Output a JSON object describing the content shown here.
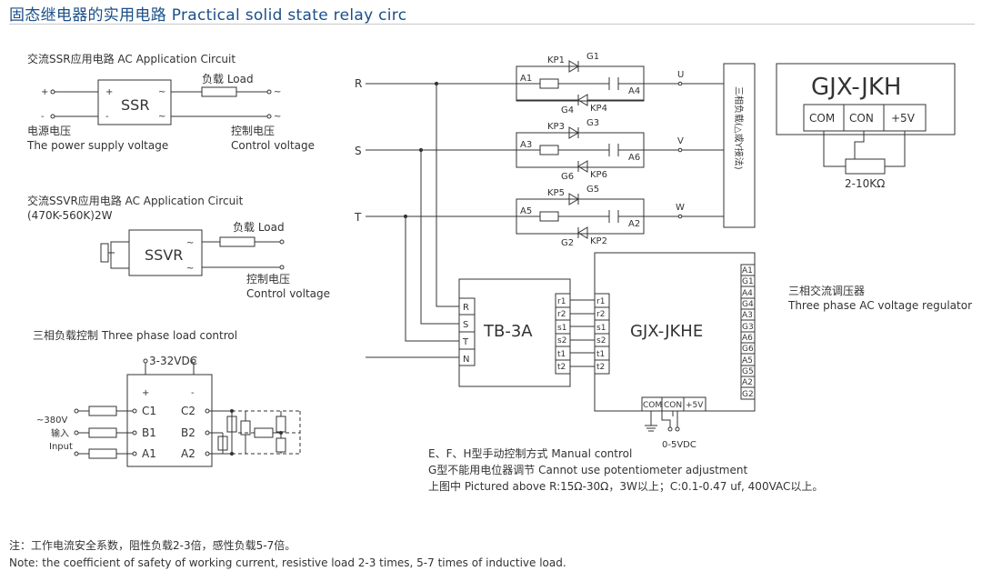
{
  "header": {
    "title": "固态继电器的实用电路  Practical solid state relay circ"
  },
  "ac_ssr": {
    "title": "交流SSR应用电路 AC Application Circuit",
    "box": "SSR",
    "plus": "+",
    "minus": "-",
    "tilde": "~",
    "load": "负载 Load",
    "power_cn": "电源电压",
    "power_en": "The power supply voltage",
    "control_cn": "控制电压",
    "control_en": "Control voltage"
  },
  "ac_ssvr": {
    "title": "交流SSVR应用电路 AC Application Circuit",
    "range": "(470K-560K)2W",
    "box": "SSVR",
    "load": "负载 Load",
    "control_cn": "控制电压",
    "control_en": "Control voltage"
  },
  "three_phase": {
    "title": "三相负载控制 Three phase load control",
    "dc": "3-32VDC",
    "input_v": "~380V",
    "input_cn": "输入",
    "input_en": "Input",
    "terms_left": [
      "C1",
      "B1",
      "A1"
    ],
    "terms_right": [
      "C2",
      "B2",
      "A2"
    ]
  },
  "regulator": {
    "phases": [
      "R",
      "S",
      "T"
    ],
    "outputs": [
      "U",
      "V",
      "W"
    ],
    "kp_top": [
      "KP1",
      "KP3",
      "KP5"
    ],
    "g_top": [
      "G1",
      "G3",
      "G5"
    ],
    "a_left": [
      "A1",
      "A3",
      "A5"
    ],
    "a_right": [
      "A4",
      "A6",
      "A2"
    ],
    "g_bot": [
      "G4",
      "G6",
      "G2"
    ],
    "kp_bot": [
      "KP4",
      "KP6",
      "KP2"
    ],
    "load_label": "三相负载(△或Y接法)",
    "tb_name": "TB-3A",
    "tb_in": [
      "R",
      "S",
      "T",
      "N"
    ],
    "tb_out": [
      "r1",
      "r2",
      "s1",
      "s2",
      "t1",
      "t2"
    ],
    "jkhe_name": "GJX-JKHE",
    "jkhe_right": [
      "A1",
      "G1",
      "A4",
      "G4",
      "A3",
      "G3",
      "A6",
      "G6",
      "A5",
      "G5",
      "A2",
      "G2"
    ],
    "jkhe_bottom": [
      "COM",
      "CON",
      "+5V"
    ],
    "dc_label": "0-5VDC",
    "desc_cn": "三相交流调压器",
    "desc_en": "Three phase AC voltage regulator"
  },
  "jkh": {
    "name": "GJX-JKH",
    "terminals": [
      "COM",
      "CON",
      "+5V"
    ],
    "pot": "2-10KΩ"
  },
  "notes": {
    "line1": "E、F、H型手动控制方式 Manual control",
    "line2": "G型不能用电位器调节 Cannot use potentiometer adjustment",
    "line3": "上图中 Pictured above R:15Ω-30Ω，3W以上；C:0.1-0.47 uf, 400VAC以上。"
  },
  "footer": {
    "note_cn": "注：工作电流安全系数，阻性负载2-3倍，感性负载5-7倍。",
    "note_en": "Note: the coefficient of safety of working current, resistive load 2-3 times, 5-7 times of inductive load."
  }
}
